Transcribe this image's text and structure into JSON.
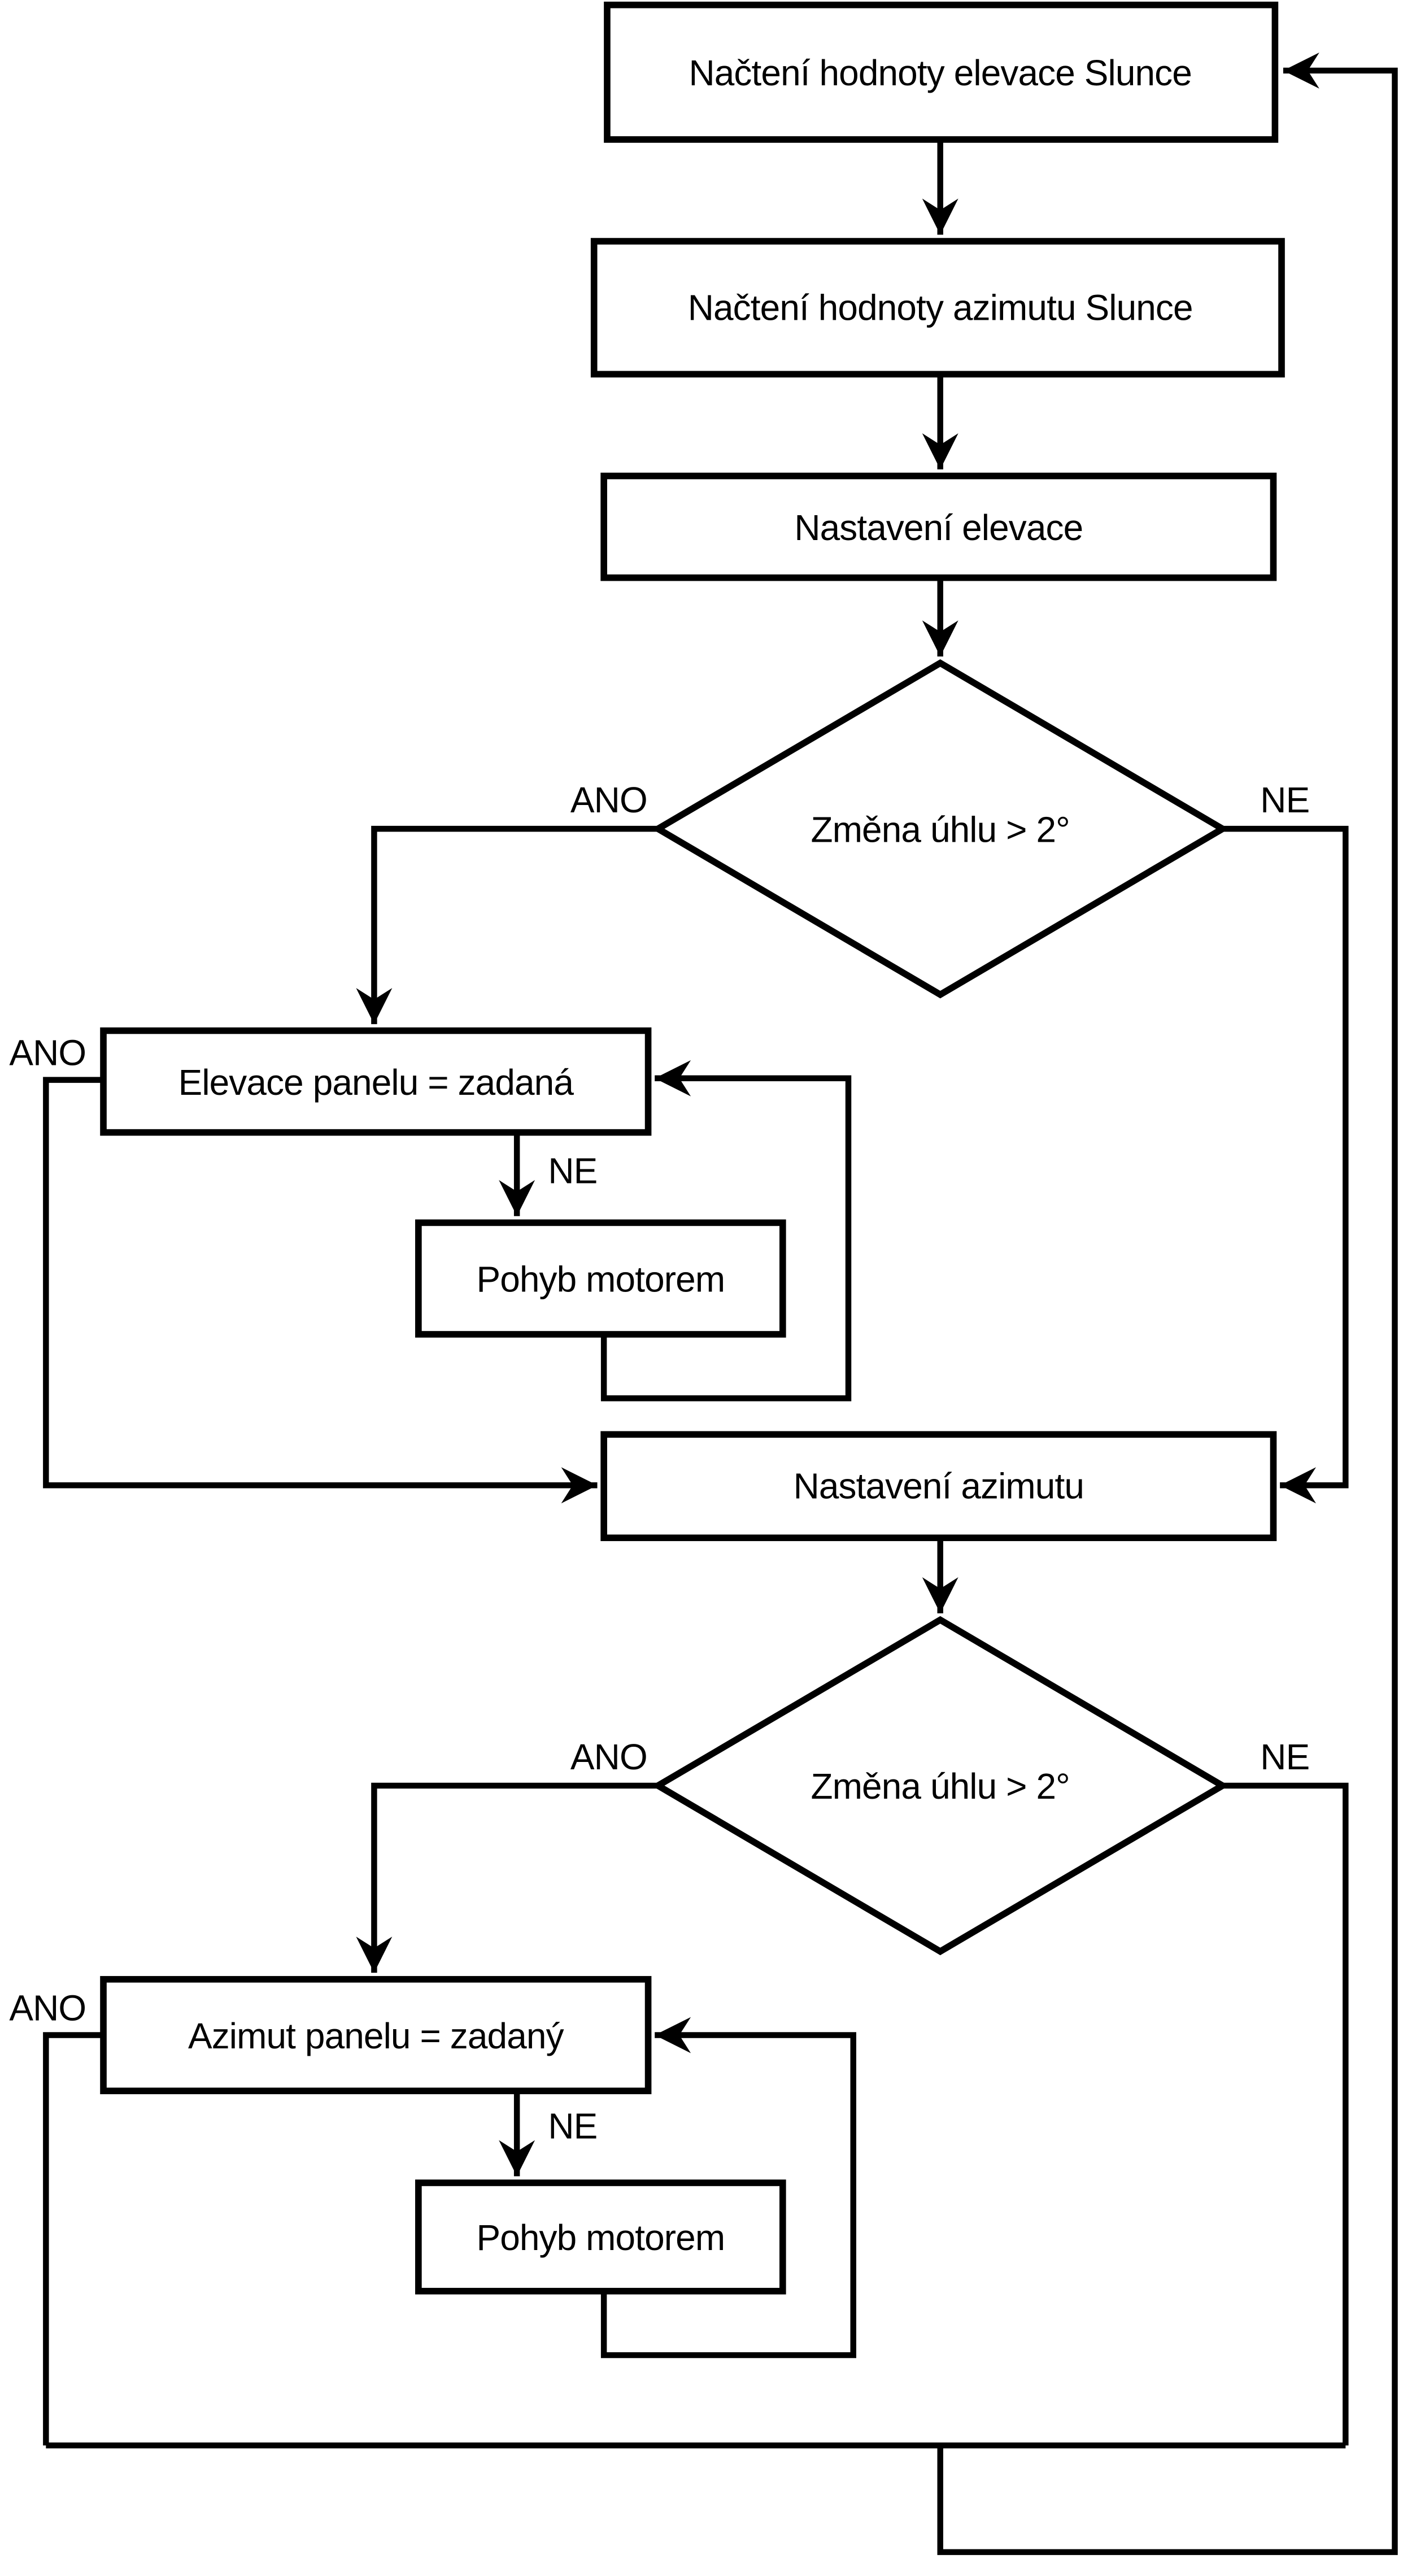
{
  "diagram": {
    "background": "#ffffff",
    "line_color": "#000000",
    "nodes": {
      "load_elevation": {
        "label": "Načtení hodnoty elevace Slunce"
      },
      "load_azimuth": {
        "label": "Načtení hodnoty azimutu Slunce"
      },
      "set_elevation": {
        "label": "Nastavení elevace"
      },
      "elevation_check": {
        "label": "Změna úhlu > 2°",
        "yes_label": "ANO",
        "no_label": "NE"
      },
      "elevation_equal": {
        "label": "Elevace panelu = zadaná",
        "yes_label": "ANO",
        "no_label": "NE"
      },
      "elevation_motor": {
        "label": "Pohyb motorem"
      },
      "set_azimuth": {
        "label": "Nastavení azimutu"
      },
      "azimuth_check": {
        "label": "Změna úhlu > 2°",
        "yes_label": "ANO",
        "no_label": "NE"
      },
      "azimuth_equal": {
        "label": "Azimut panelu = zadaný",
        "yes_label": "ANO",
        "no_label": "NE"
      },
      "azimuth_motor": {
        "label": "Pohyb motorem"
      }
    }
  }
}
